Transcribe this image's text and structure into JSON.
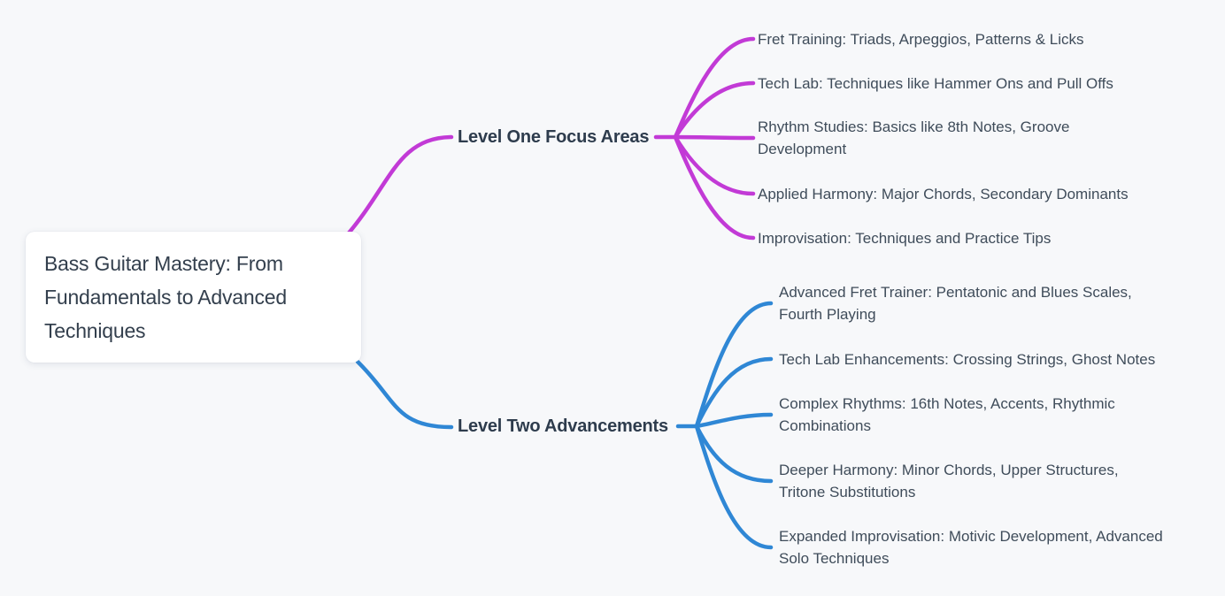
{
  "root": {
    "title": "Bass Guitar Mastery: From Fundamentals to Advanced Techniques"
  },
  "branches": [
    {
      "label": "Level One Focus Areas",
      "color": "#c23ad6",
      "children": [
        "Fret Training: Triads, Arpeggios, Patterns & Licks",
        "Tech Lab: Techniques like Hammer Ons and Pull Offs",
        "Rhythm Studies: Basics like 8th Notes, Groove Development",
        "Applied Harmony: Major Chords, Secondary Dominants",
        "Improvisation: Techniques and Practice Tips"
      ]
    },
    {
      "label": "Level Two Advancements",
      "color": "#2f87d5",
      "children": [
        "Advanced Fret Trainer: Pentatonic and Blues Scales, Fourth Playing",
        "Tech Lab Enhancements: Crossing Strings, Ghost Notes",
        "Complex Rhythms: 16th Notes, Accents, Rhythmic Combinations",
        "Deeper Harmony: Minor Chords, Upper Structures, Tritone Substitutions",
        "Expanded Improvisation: Motivic Development, Advanced Solo Techniques"
      ]
    }
  ],
  "colors": {
    "background": "#f7f8fa",
    "card_background": "#ffffff",
    "title_text": "#333f4d",
    "branch_label_text": "#2e3c4d",
    "leaf_text": "#3f4c5a"
  }
}
